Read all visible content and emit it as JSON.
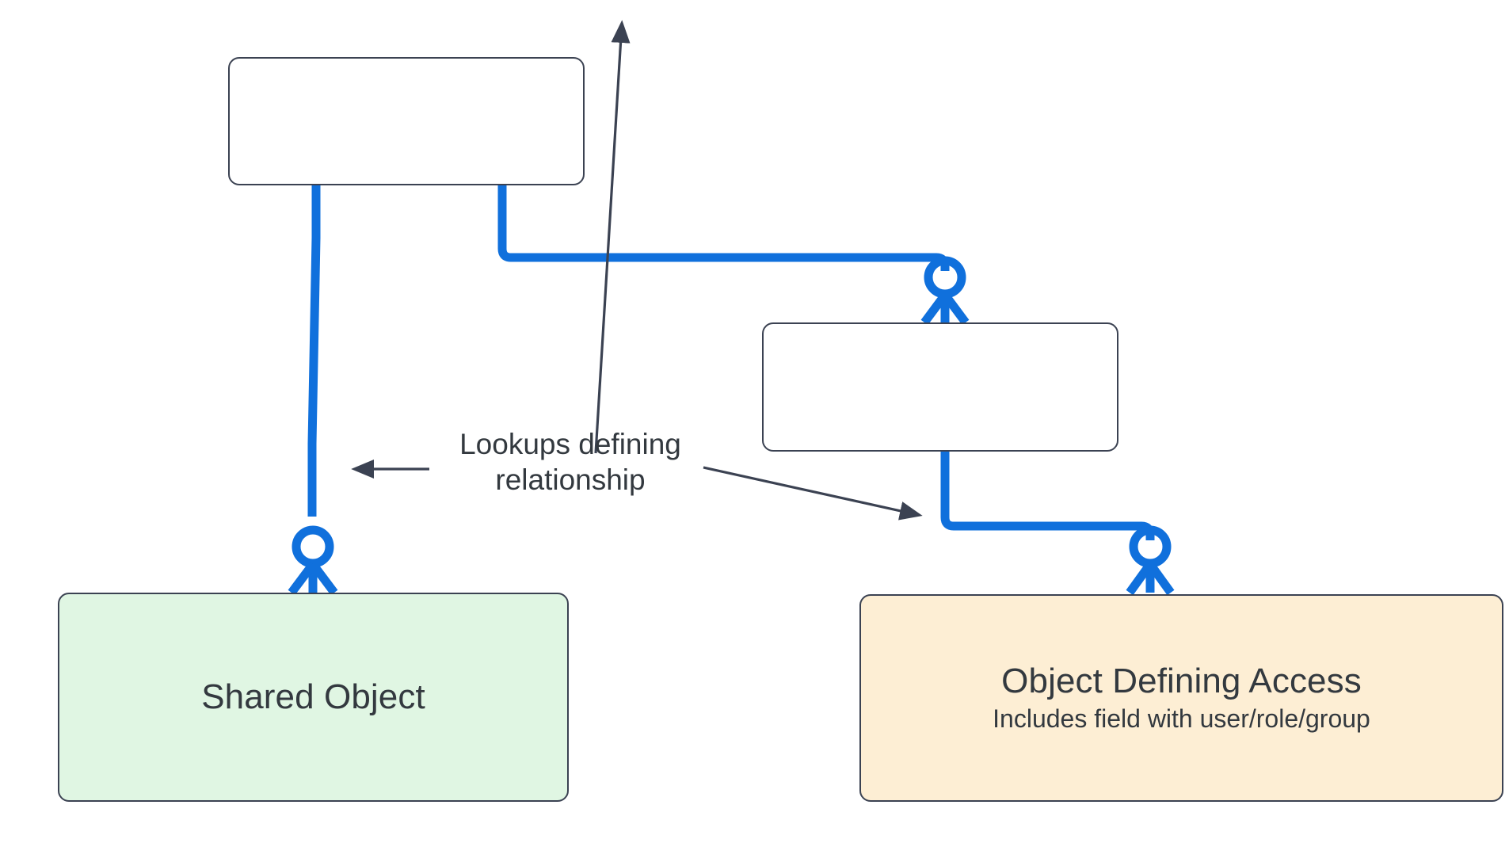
{
  "diagram": {
    "title_present": false,
    "background_color": "#ffffff",
    "edge_color": "#1070dc",
    "node_border_color": "#3b4252",
    "text_color": "#33393f"
  },
  "nodes": [
    {
      "id": "top-object",
      "name": "top-empty-object-box",
      "title": "",
      "subtitle": "",
      "fill": "#ffffff"
    },
    {
      "id": "middle-object",
      "name": "middle-empty-object-box",
      "title": "",
      "subtitle": "",
      "fill": "#ffffff"
    },
    {
      "id": "shared-object",
      "name": "shared-object-box",
      "title": "Shared Object",
      "subtitle": "",
      "fill": "#e0f6e3"
    },
    {
      "id": "object-defining-access",
      "name": "object-defining-access-box",
      "title": "Object Defining Access",
      "subtitle": "Includes field with user/role/group",
      "fill": "#fdeed4"
    }
  ],
  "annotations": [
    {
      "id": "lookups-note",
      "line1": "Lookups defining",
      "line2": "relationship",
      "arrow_count": 3
    }
  ],
  "edges": [
    {
      "id": "top-to-shared",
      "from": "top-object",
      "to": "shared-object",
      "notation": "zero-or-many"
    },
    {
      "id": "top-to-middle",
      "from": "top-object",
      "to": "middle-object",
      "notation": "zero-or-many"
    },
    {
      "id": "middle-to-access",
      "from": "middle-object",
      "to": "object-defining-access",
      "notation": "zero-or-many"
    }
  ]
}
